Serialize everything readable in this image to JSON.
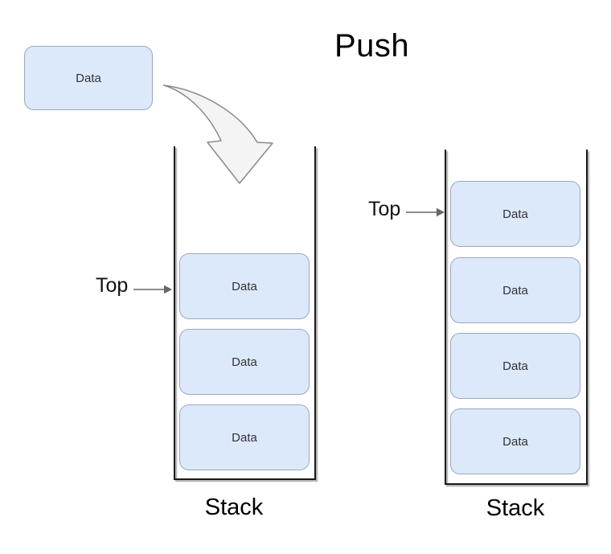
{
  "title": "Push",
  "incoming_box": {
    "label": "Data"
  },
  "left_stack": {
    "top_label": "Top",
    "caption": "Stack",
    "items": [
      {
        "label": "Data"
      },
      {
        "label": "Data"
      },
      {
        "label": "Data"
      }
    ]
  },
  "right_stack": {
    "top_label": "Top",
    "caption": "Stack",
    "items": [
      {
        "label": "Data"
      },
      {
        "label": "Data"
      },
      {
        "label": "Data"
      },
      {
        "label": "Data"
      }
    ]
  },
  "colors": {
    "box_fill": "#dce9fb",
    "box_border": "#97a9c7",
    "wall": "#1a1a1a",
    "pointer_arrow": "#666666",
    "block_arrow_fill": "#f4f4f4",
    "block_arrow_stroke": "#8a8a8a"
  }
}
